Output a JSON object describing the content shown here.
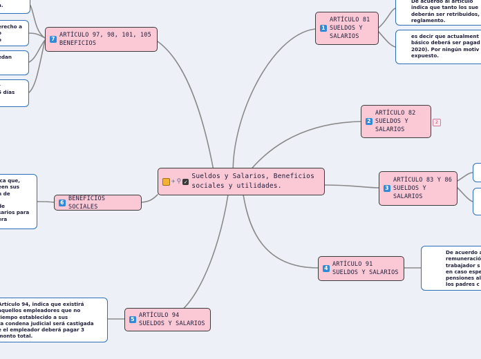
{
  "central": {
    "title": "Sueldos  y Salarios, Beneficios sociales y utilidades.",
    "icons": [
      "calendar-icon",
      "airplane-icon",
      "magnifier-icon",
      "checkbox-icon"
    ]
  },
  "branches": [
    {
      "num": "1",
      "label": "ARTÍCULO 81 SUELDOS Y SALARIOS"
    },
    {
      "num": "2",
      "label": "ARTÍCULO 82 SUELDOS Y SALARIOS"
    },
    {
      "num": "3",
      "label": "ARTÍCULO 83 Y 86 SUELDOS Y SALARIOS"
    },
    {
      "num": "4",
      "label": "ARTÍCULO 91 SUELDOS Y SALARIOS"
    },
    {
      "num": "5",
      "label": "ARTÍCULO 94 SUELDOS Y SALARIOS"
    },
    {
      "num": "6",
      "label": "BENEFICIOS SOCIALES"
    },
    {
      "num": "7",
      "label": "ARTÍCULO 97, 98, 101, 105 BENEFICIOS"
    }
  ],
  "notes": {
    "art81_a": "De acuerdo al artículo\nindica que tanto los sue\ndeberán ser retribuidos,\nreglamento.",
    "art81_b": "es decir que actualment\nbásico deberá ser pagad\n2020). Por ningún motiv\nexpuesto.",
    "art82_badge": "2",
    "art91": "De acuerdo a\nremuneració\ntrabajador s\nen caso espe\npensiones al\nlos padres c",
    "art94": "Artículo 94, indica que existirá\naquellos empleadores que no\ntiempo establecido a sus\nta condena judicial será castigada\ne el empleador deberá pagar 3\nmonto total.",
    "beneficios": "ica que,\neen sus\nn de\n\nde\nsarios para\nera",
    "art97_a": "a.",
    "art97_b": "erecho a\no\no",
    "art97_c": "edan\n.",
    "art97_d": "r\n5 días"
  }
}
